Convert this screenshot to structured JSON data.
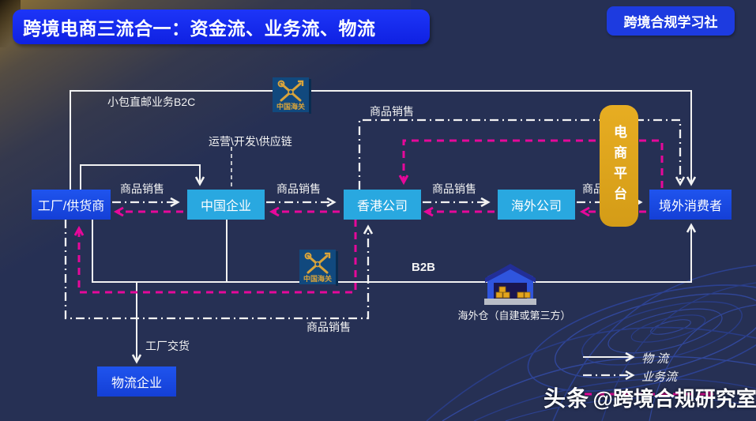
{
  "title": "跨境电商三流合一：资金流、业务流、物流",
  "badge": "跨境合规学习社",
  "nodes": {
    "factory": "工厂/供货商",
    "china": "中国企业",
    "hongkong": "香港公司",
    "overseas": "海外公司",
    "consumer": "境外消费者",
    "logistics": "物流企业",
    "platform": "电商平台"
  },
  "labels": {
    "goods_sale": "商品销售",
    "b2c": "小包直邮业务B2C",
    "ops_chain": "运营\\开发\\供应链",
    "b2b": "B2B",
    "factory_delivery": "工厂交货",
    "warehouse": "海外仓（自建或第三方）",
    "customs": "中国海关"
  },
  "legend": {
    "logistics_flow": "物 流",
    "business_flow": "业务流"
  },
  "watermark": {
    "brand": "头条",
    "handle": "@跨境合规研究室"
  },
  "colors": {
    "background": "#263054",
    "title_blue": "#1628f0",
    "node_blue": "#1747e8",
    "node_cyan": "#29a8e0",
    "platform_gold": "#dda41e",
    "flow_white": "#f2f2f2",
    "money_magenta": "#e6089a"
  }
}
